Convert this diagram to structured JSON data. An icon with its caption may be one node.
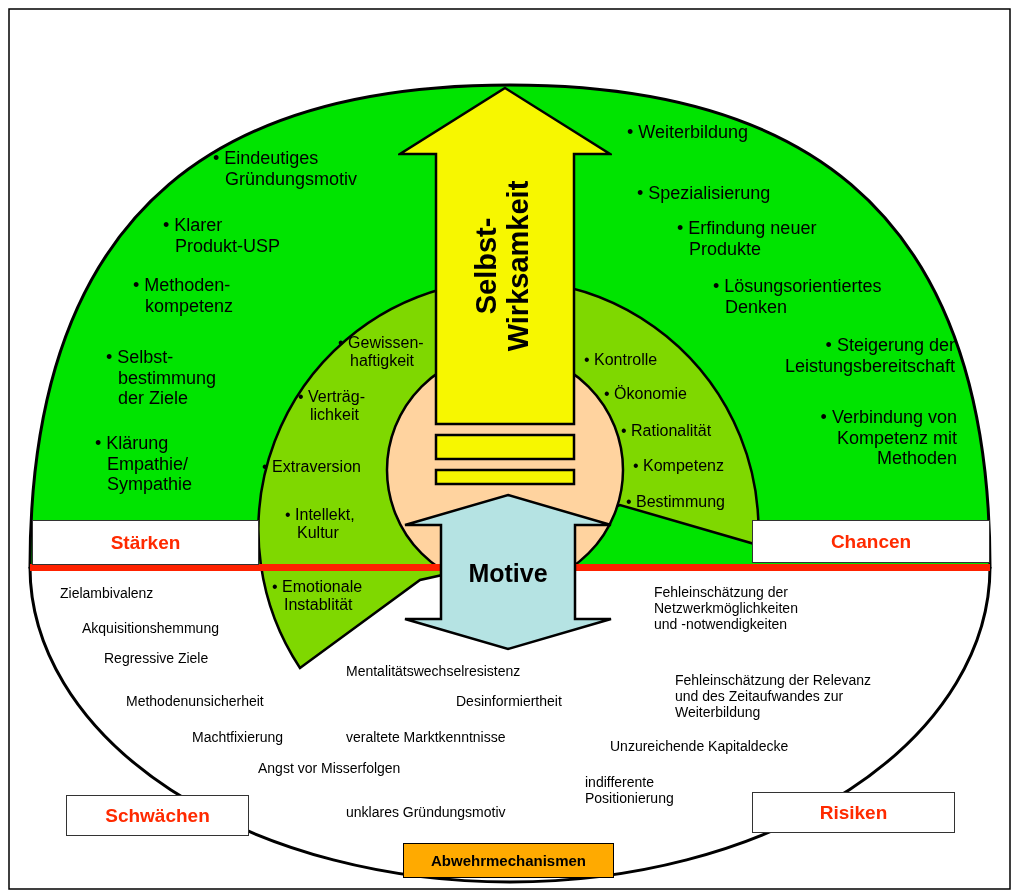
{
  "diagram": {
    "nodes": [
      {
        "text": [
          "Selbst- Wirksamkeit"
        ]
      },
      {
        "text": [
          "Motive"
        ]
      },
      {
        "text": [
          "Stärken"
        ]
      },
      {
        "text": [
          "Chancen"
        ]
      },
      {
        "text": [
          "Schwächen"
        ]
      },
      {
        "text": [
          "Risiken"
        ]
      },
      {
        "text": [
          "Abwehrmechanismen"
        ]
      }
    ],
    "labels": [
      "• Eindeutiges Gründungsmotiv",
      "• Klarer Produkt-USP",
      "• Methoden- kompetenz",
      "• Selbst- bestimmung der Ziele",
      "• Klärung Empathie/ Sympathie",
      "• Weiterbildung",
      "• Spezialisierung",
      "• Erfindung neuer Produkte",
      "• Lösungsorientiertes Denken",
      "• Steigerung der Leistungsbereitschaft",
      "• Verbindung von Kompetenz mit Methoden",
      "• Gewissen- haftigkeit",
      "• Verträg- lichkeit",
      "• Extraversion",
      "• Intellekt, Kultur",
      "• Emotionale Instablität",
      "• Kontrolle",
      "• Ökonomie",
      "• Rationalität",
      "• Kompetenz",
      "• Bestimmung",
      "Zielambivalenz",
      "Akquisitionshemmung",
      "Regressive Ziele",
      "Methodenunsicherheit",
      "Machtfixierung",
      "Angst vor Misserfolgen",
      "Mentalitätswechselresistenz",
      "Desinformiertheit",
      "veraltete Marktkenntnisse",
      "unklares Gründungsmotiv",
      "Fehleinschätzung der Netzwerkmöglichkeiten und -notwendigkeiten",
      "Fehleinschätzung der Relevanz und des Zeitaufwandes zur Weiterbildung",
      "Unzureichende Kapitaldecke",
      "indifferente Positionierung"
    ]
  }
}
